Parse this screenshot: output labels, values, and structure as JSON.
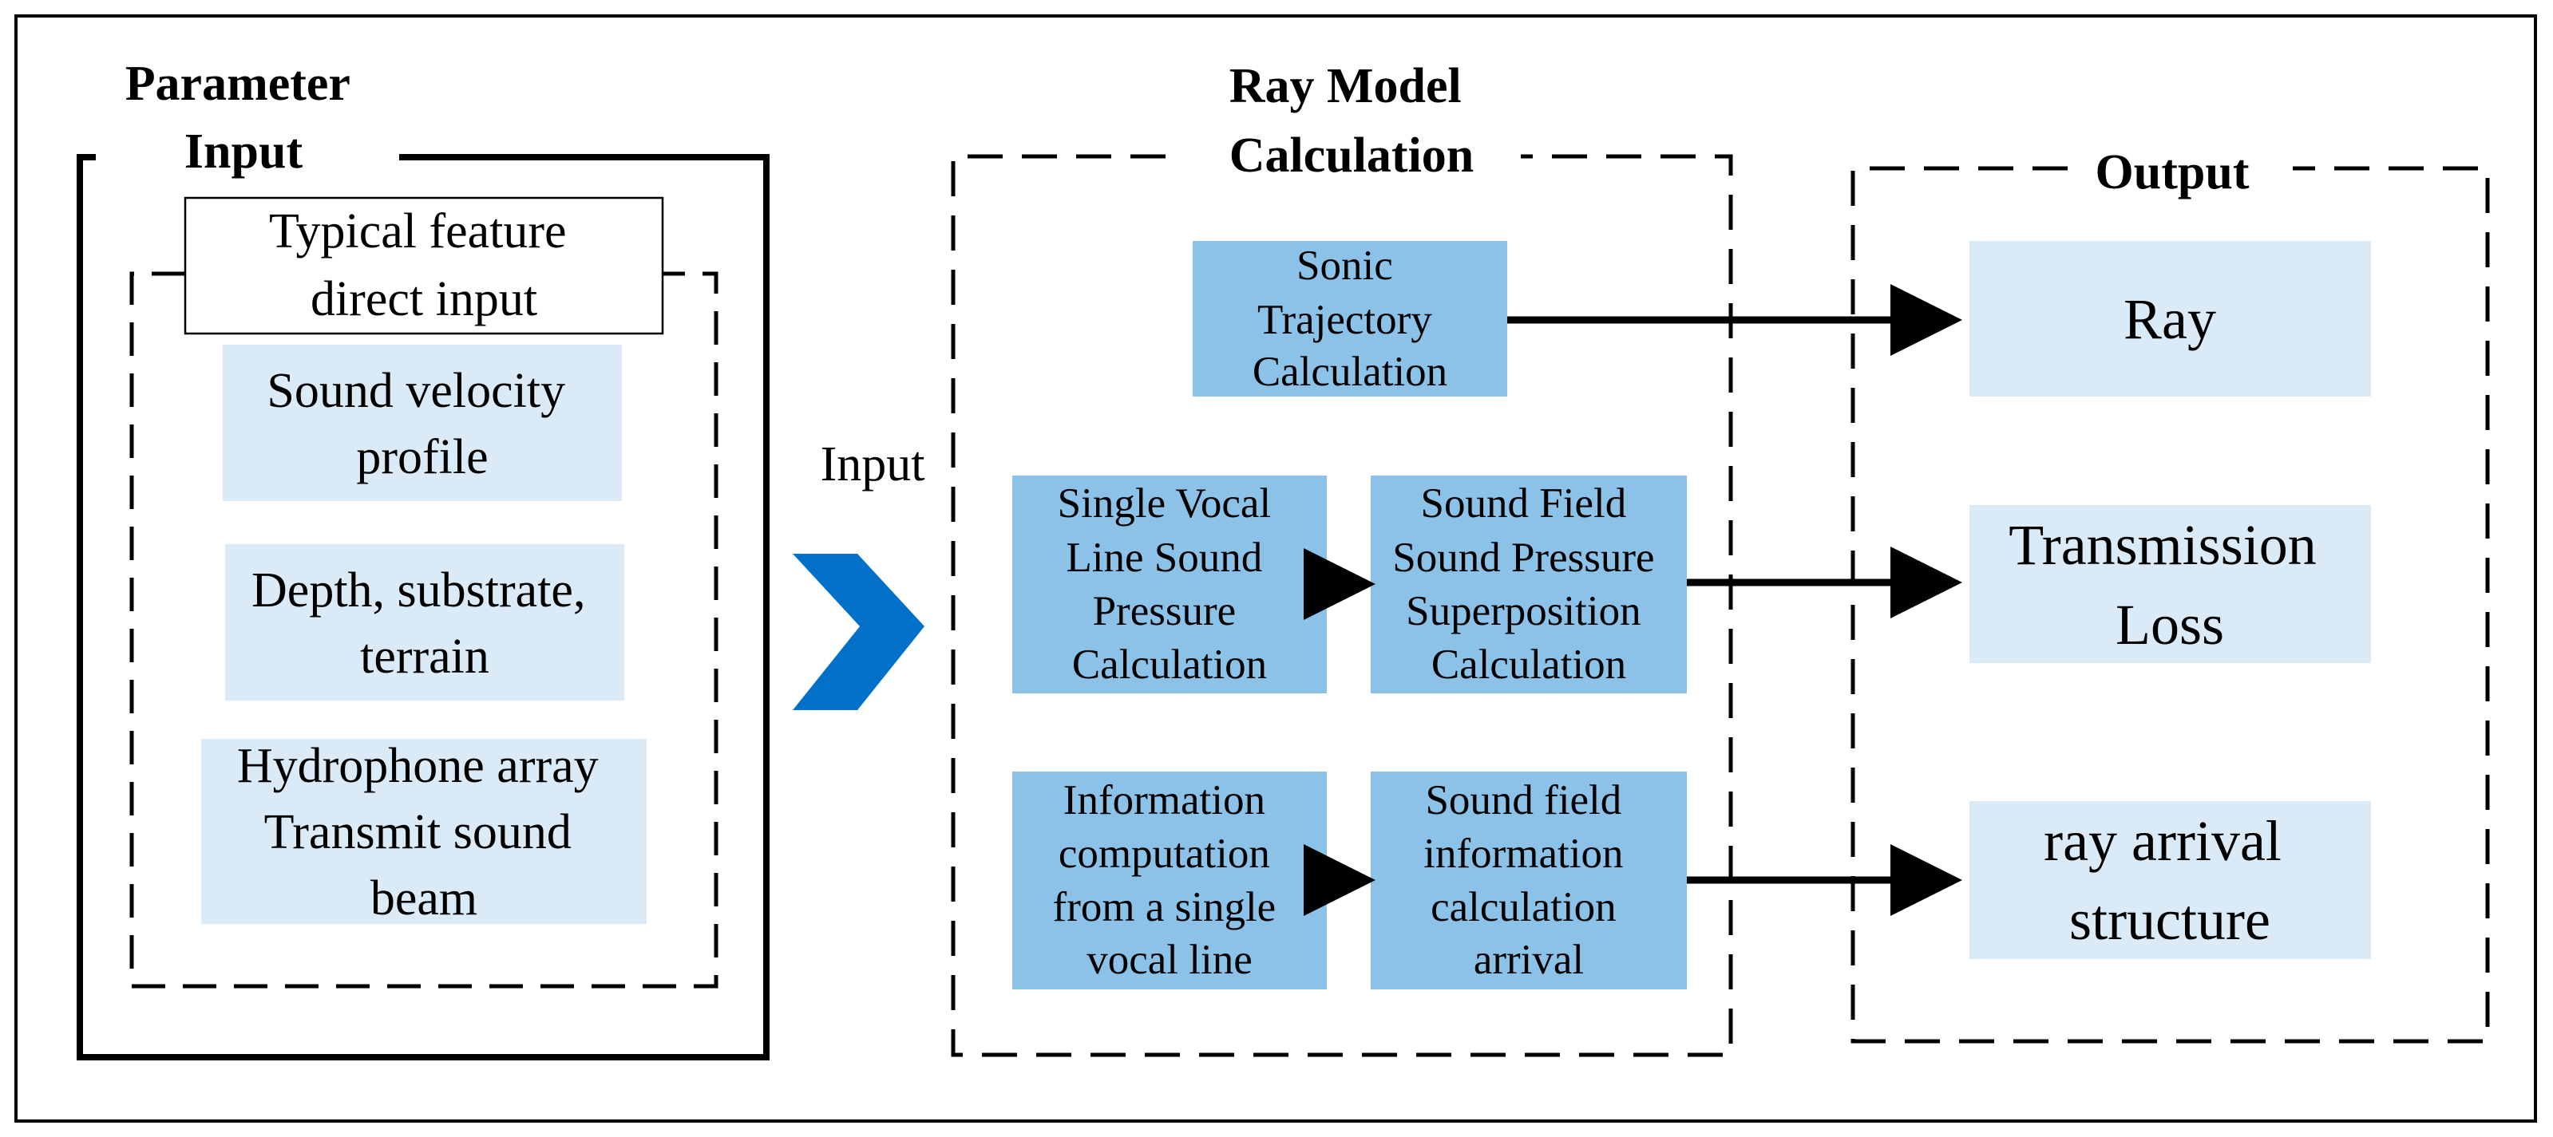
{
  "colors": {
    "light_box": "#dbeaf7",
    "mid_box": "#8dc2e8",
    "chevron": "#0070c8",
    "line": "#000000"
  },
  "parameter_input": {
    "title_lines": [
      "Parameter",
      "Input"
    ],
    "typical_feature_lines": [
      "Typical feature",
      "direct input"
    ],
    "items": [
      {
        "lines": [
          "Sound velocity",
          "profile"
        ]
      },
      {
        "lines": [
          "Depth, substrate,",
          "terrain"
        ]
      },
      {
        "lines": [
          "Hydrophone array",
          "Transmit sound",
          "beam"
        ]
      }
    ]
  },
  "input_label": "Input",
  "ray_model": {
    "title_lines": [
      "Ray Model",
      "Calculation"
    ],
    "sonic_lines": [
      "Sonic",
      "Trajectory",
      "Calculation"
    ],
    "single_vocal_lines": [
      "Single Vocal",
      "Line Sound",
      "Pressure",
      "Calculation"
    ],
    "superposition_lines": [
      "Sound Field",
      "Sound Pressure",
      "Superposition",
      "Calculation"
    ],
    "information_lines": [
      "Information",
      "computation",
      "from a single",
      "vocal line"
    ],
    "arrival_lines": [
      "Sound field",
      "information",
      "calculation",
      "arrival"
    ]
  },
  "output": {
    "title": "Output",
    "ray_lines": [
      "Ray"
    ],
    "transmission_lines": [
      "Transmission",
      "Loss"
    ],
    "arrival_lines": [
      "ray arrival",
      "structure"
    ]
  }
}
